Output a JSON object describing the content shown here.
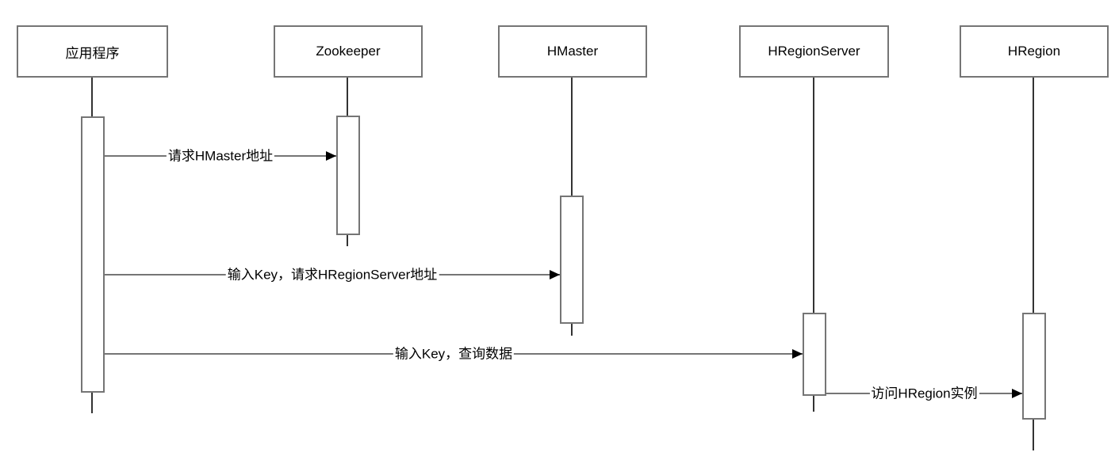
{
  "diagram": {
    "type": "uml-sequence-diagram",
    "topic": "HBase read flow",
    "participants": [
      {
        "id": "application",
        "label": "应用程序"
      },
      {
        "id": "zookeeper",
        "label": "Zookeeper"
      },
      {
        "id": "hmaster",
        "label": "HMaster"
      },
      {
        "id": "hregionserver",
        "label": "HRegionServer"
      },
      {
        "id": "hregion",
        "label": "HRegion"
      }
    ],
    "messages": [
      {
        "from": "应用程序",
        "to": "Zookeeper",
        "label": "请求HMaster地址"
      },
      {
        "from": "应用程序",
        "to": "HMaster",
        "label": "输入Key，请求HRegionServer地址"
      },
      {
        "from": "应用程序",
        "to": "HRegionServer",
        "label": "输入Key，查询数据"
      },
      {
        "from": "HRegionServer",
        "to": "HRegion",
        "label": "访问HRegion实例"
      }
    ],
    "colors": {
      "background": "#ffffff",
      "box_border": "#757575",
      "box_fill": "#ffffff",
      "lifeline": "#333333",
      "arrow_line": "#757575",
      "arrowhead": "#000000",
      "text": "#000000"
    }
  }
}
